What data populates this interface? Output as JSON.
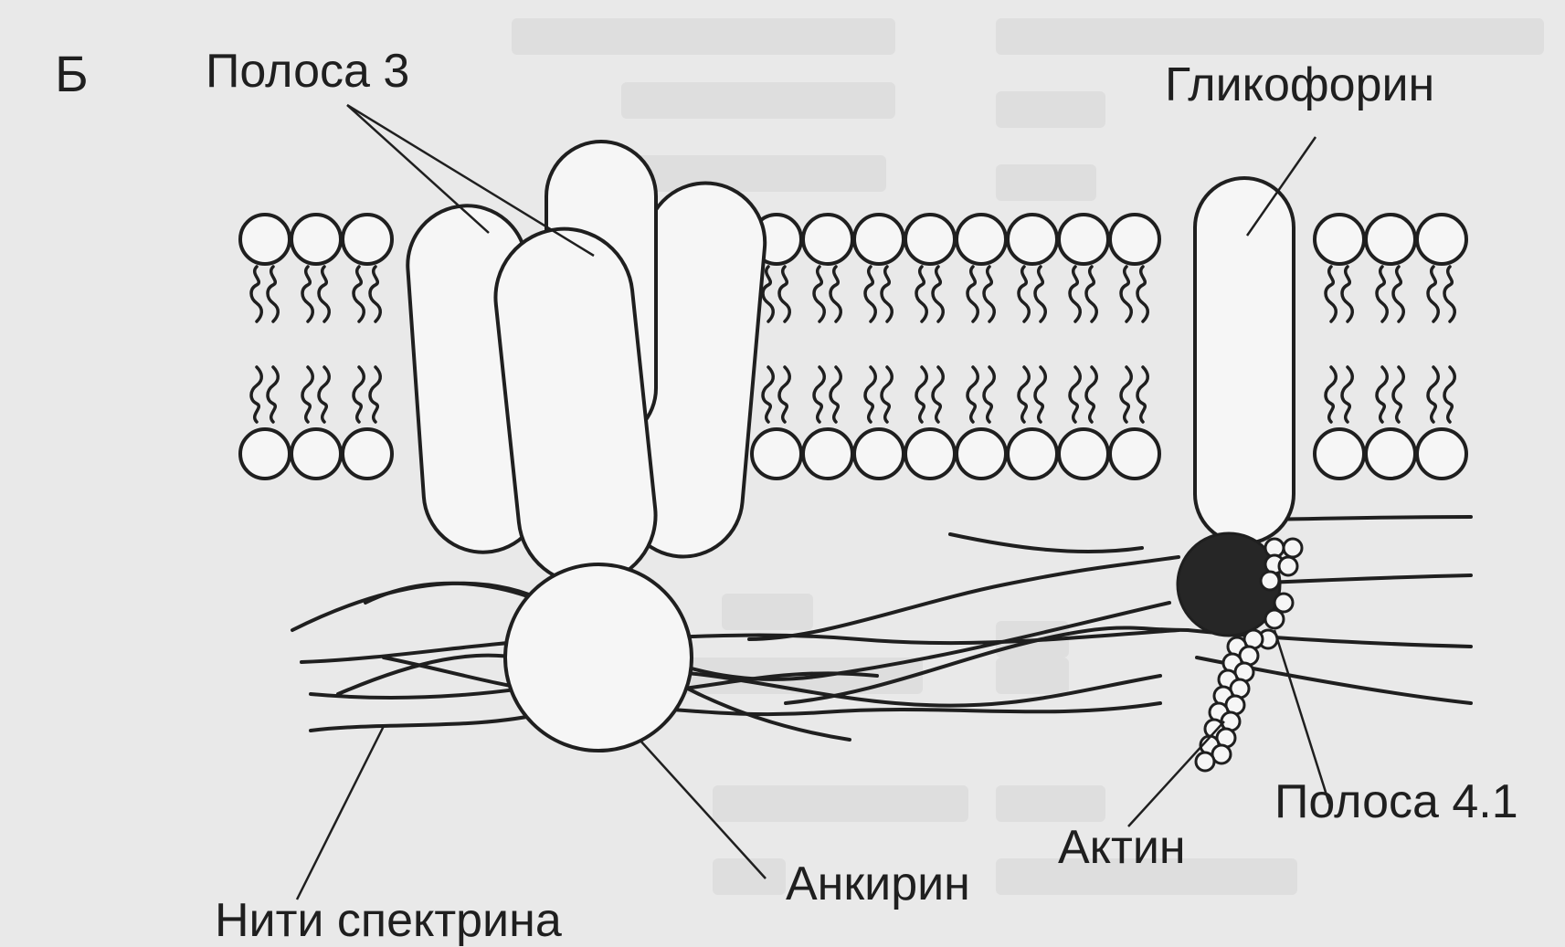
{
  "figure": {
    "panel_letter": "Б",
    "labels": {
      "band3": "Полоса 3",
      "glycophorin": "Гликофорин",
      "band41": "Полоса 4.1",
      "actin": "Актин",
      "ankyrin": "Анкирин",
      "spectrin": "Нити спектрина"
    }
  },
  "colors": {
    "ink": "#1f1f1f",
    "background": "#e9e9e9",
    "fill": "#f6f6f6",
    "band41_fill": "#262626"
  }
}
